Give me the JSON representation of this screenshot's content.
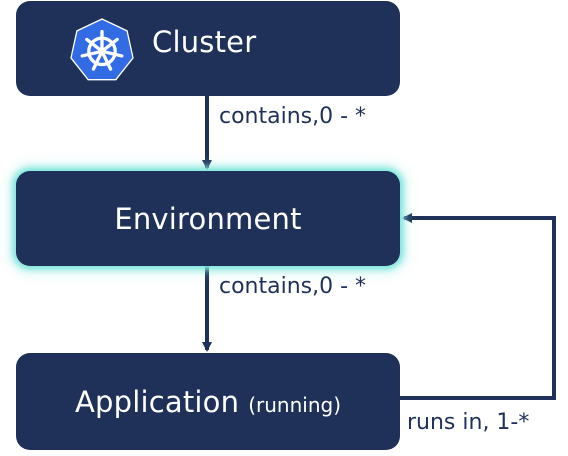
{
  "nodes": {
    "cluster": {
      "label": "Cluster"
    },
    "environment": {
      "label": "Environment"
    },
    "application": {
      "label": "Application",
      "sublabel": "(running)"
    }
  },
  "edges": {
    "cluster_environment": "contains,0 - *",
    "environment_application": "contains,0 - *",
    "application_environment": "runs in, 1-*"
  },
  "colors": {
    "node_fill": "#1f3059",
    "highlight_glow": "#7fe6dc",
    "logo_blue": "#326ce5"
  },
  "icons": {
    "cluster": "kubernetes-helm-wheel-icon"
  }
}
